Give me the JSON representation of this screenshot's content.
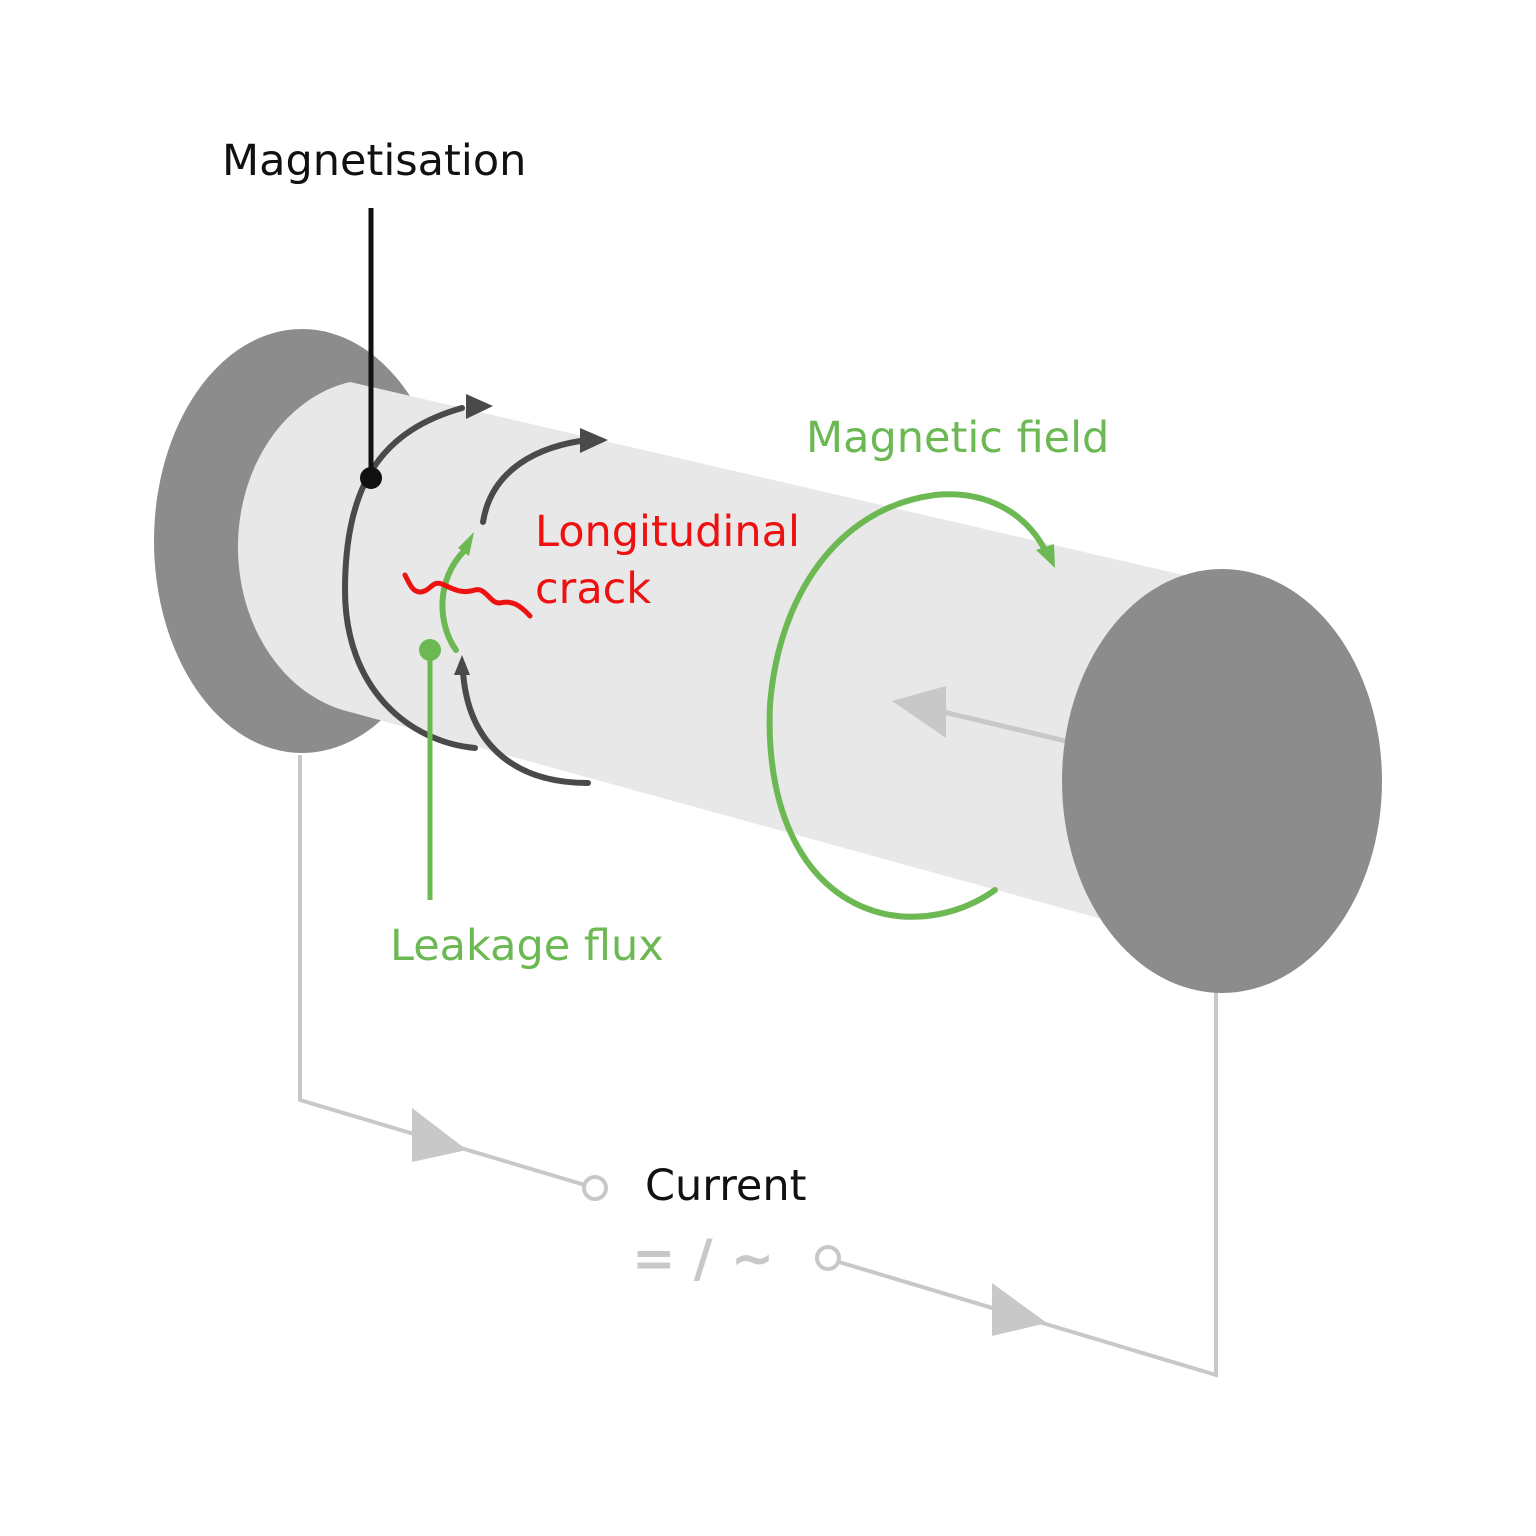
{
  "labels": {
    "magnetisation": "Magnetisation",
    "magnetic_field": "Magnetic field",
    "longitudinal_crack_line1": "Longitudinal",
    "longitudinal_crack_line2": "crack",
    "leakage_flux": "Leakage flux",
    "current": "Current",
    "current_type_symbol": "= / ~"
  },
  "colors": {
    "flux_green": "#6cb954",
    "crack_red": "#ee1111",
    "magnetisation_dark": "#4a4a4a",
    "end_cap_gray": "#8c8c8c",
    "cylinder_body": "#e8e8e8",
    "circuit_gray": "#c8c8c8",
    "text_black": "#111111"
  }
}
